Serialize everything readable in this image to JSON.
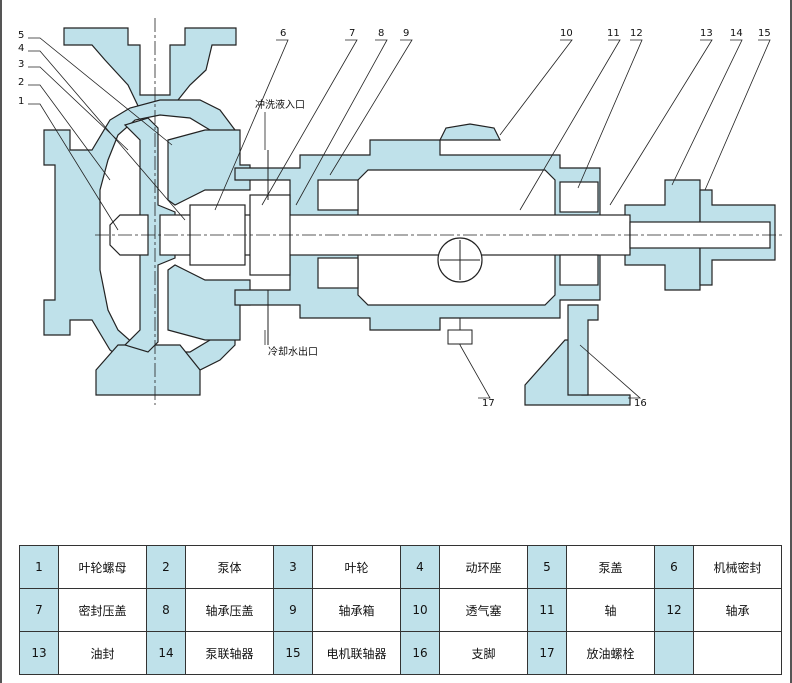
{
  "callouts": [
    {
      "num": "1"
    },
    {
      "num": "2"
    },
    {
      "num": "3"
    },
    {
      "num": "4"
    },
    {
      "num": "5"
    },
    {
      "num": "6"
    },
    {
      "num": "7"
    },
    {
      "num": "8"
    },
    {
      "num": "9"
    },
    {
      "num": "10"
    },
    {
      "num": "11"
    },
    {
      "num": "12"
    },
    {
      "num": "13"
    },
    {
      "num": "14"
    },
    {
      "num": "15"
    },
    {
      "num": "16"
    },
    {
      "num": "17"
    }
  ],
  "notes": {
    "flush_inlet": "冲洗液入口",
    "cooling_outlet": "冷却水出口"
  },
  "parts_table": {
    "rows": [
      [
        {
          "num": "1",
          "name": "叶轮螺母"
        },
        {
          "num": "2",
          "name": "泵体"
        },
        {
          "num": "3",
          "name": "叶轮"
        },
        {
          "num": "4",
          "name": "动环座"
        },
        {
          "num": "5",
          "name": "泵盖"
        },
        {
          "num": "6",
          "name": "机械密封"
        }
      ],
      [
        {
          "num": "7",
          "name": "密封压盖"
        },
        {
          "num": "8",
          "name": "轴承压盖"
        },
        {
          "num": "9",
          "name": "轴承箱"
        },
        {
          "num": "10",
          "name": "透气塞"
        },
        {
          "num": "11",
          "name": "轴"
        },
        {
          "num": "12",
          "name": "轴承"
        }
      ],
      [
        {
          "num": "13",
          "name": "油封"
        },
        {
          "num": "14",
          "name": "泵联轴器"
        },
        {
          "num": "15",
          "name": "电机联轴器"
        },
        {
          "num": "16",
          "name": "支脚"
        },
        {
          "num": "17",
          "name": "放油螺栓"
        },
        {
          "num": "",
          "name": ""
        }
      ]
    ]
  },
  "colors": {
    "fill": "#bfe1ea",
    "line": "#222222"
  }
}
